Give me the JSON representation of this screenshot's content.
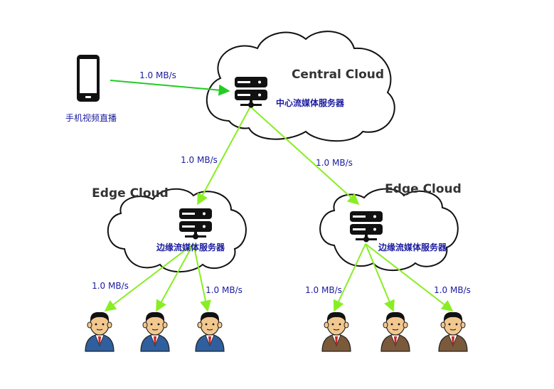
{
  "phone": {
    "label": "手机视频直播",
    "icon": "smartphone-icon"
  },
  "central": {
    "title": "Central Cloud",
    "server_label": "中心流媒体服务器",
    "icon": "server-icon"
  },
  "edges": [
    {
      "title": "Edge Cloud",
      "server_label": "边缘流媒体服务器",
      "icon": "server-icon"
    },
    {
      "title": "Edge Cloud",
      "server_label": "边缘流媒体服务器",
      "icon": "server-icon"
    }
  ],
  "rates": {
    "phone_to_central": "1.0 MB/s",
    "central_to_edge_left": "1.0 MB/s",
    "central_to_edge_right": "1.0 MB/s",
    "edge_left_user1": "1.0 MB/s",
    "edge_left_user3": "1.0 MB/s",
    "edge_right_user1": "1.0 MB/s",
    "edge_right_user3": "1.0 MB/s"
  },
  "colors": {
    "phone_link": "#22cc22",
    "server_link": "#88ee22",
    "text": "#1a1aa0",
    "user_suit_left": "#2f5f9e",
    "user_suit_right": "#7a5a3a"
  }
}
